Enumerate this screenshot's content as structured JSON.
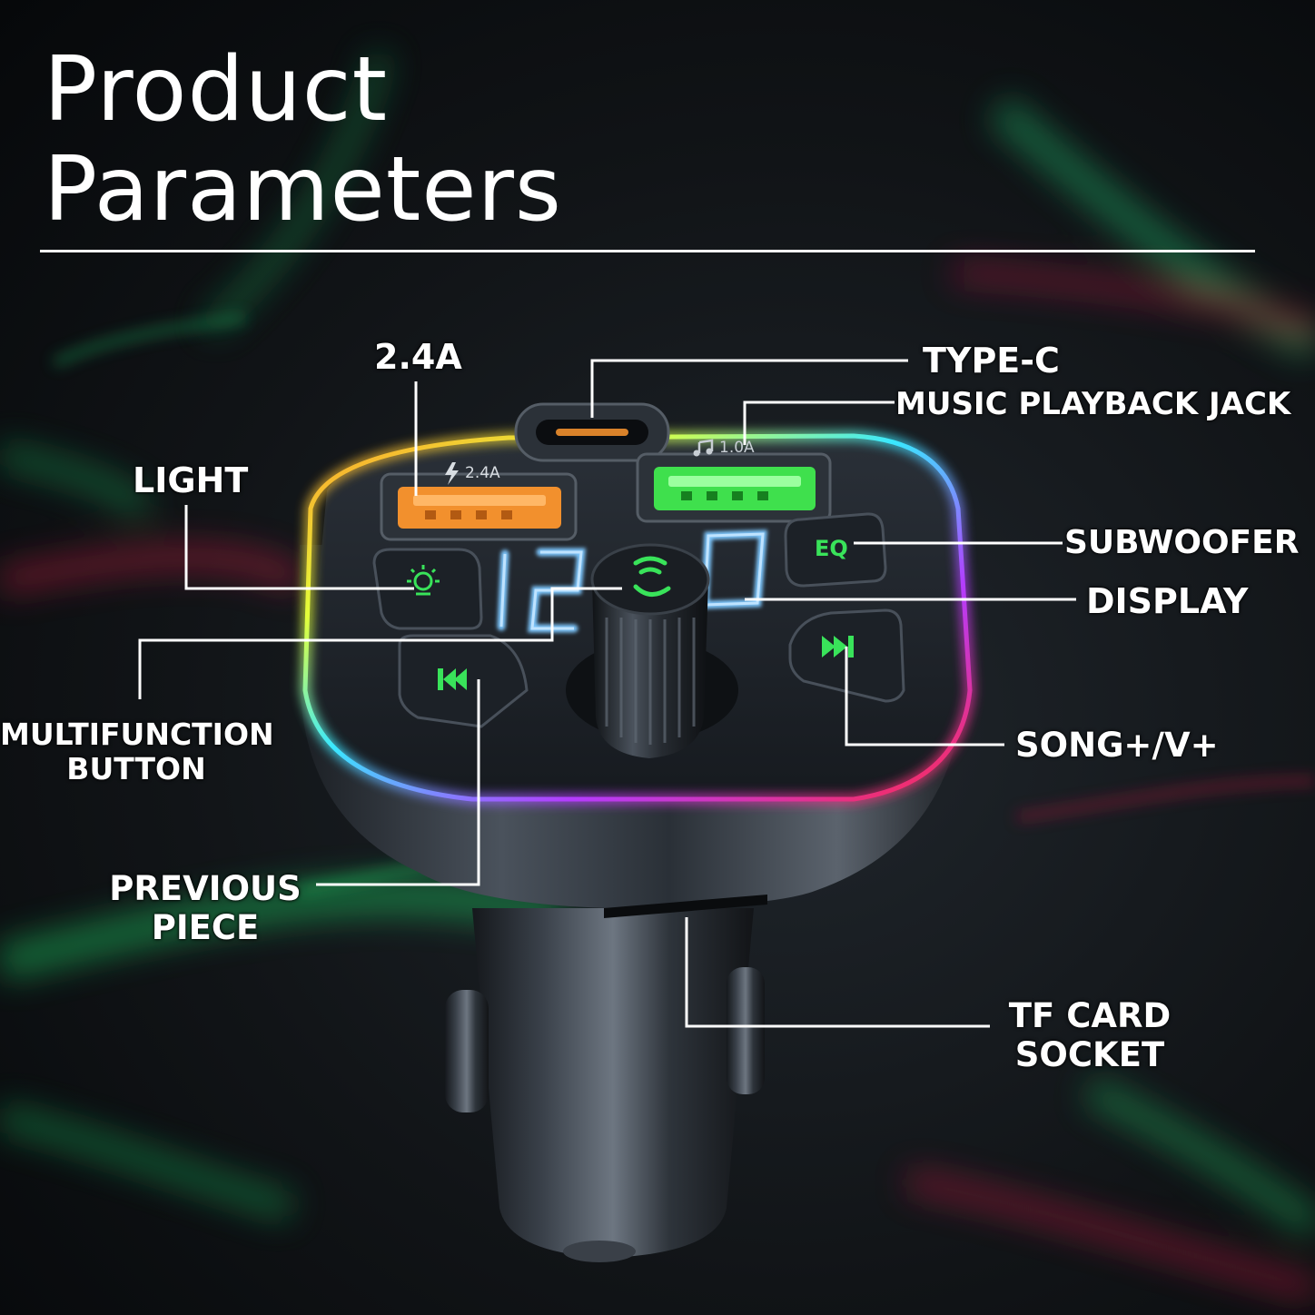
{
  "header": {
    "title_line1": "Product",
    "title_line2": "Parameters"
  },
  "labels": {
    "usb_a_current": "2.4A",
    "type_c": "TYPE-C",
    "music_playback_jack": "MUSIC PLAYBACK JACK",
    "light": "LIGHT",
    "subwoofer": "SUBWOOFER",
    "display": "DISPLAY",
    "multifunction_line1": "MULTIFUNCTION",
    "multifunction_line2": "BUTTON",
    "song_next": "SONG+/V+",
    "previous_line1": "PREVIOUS",
    "previous_line2": "PIECE",
    "tf_line1": "TF CARD",
    "tf_line2": "SOCKET"
  },
  "device": {
    "port_left_marking": "2.4A",
    "port_right_marking": "1.0A",
    "eq_button_label": "EQ",
    "icons": [
      "bolt-icon",
      "music-note-icon",
      "light-bulb-icon",
      "phone-call-icon",
      "previous-track-icon",
      "next-track-icon"
    ]
  },
  "colors": {
    "background": "#111417",
    "button_green": "#39e35a",
    "display_cyan": "#7ec8ff",
    "usb_orange": "#f2902d",
    "usb_green": "#3fe04d",
    "text": "#ffffff"
  }
}
